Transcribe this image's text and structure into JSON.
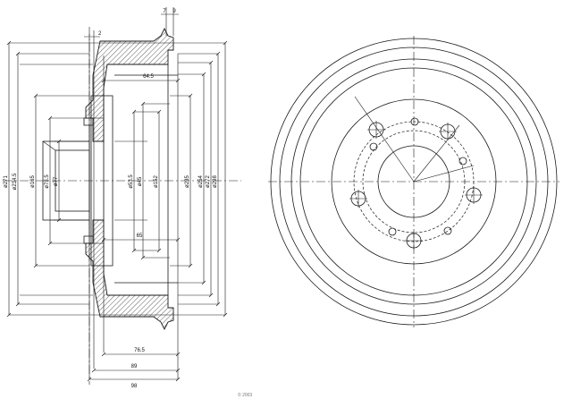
{
  "dimensions": {
    "top_7": "7",
    "top_9": "9",
    "top_2": "2",
    "d_64_5": "64.5",
    "d_65": "65",
    "d_76_5": "76.5",
    "d_89": "89",
    "d_98": "98",
    "dia_271": "ø271",
    "dia_234_5": "ø234.5",
    "dia_165": "ø165",
    "dia_78_5": "ø78.5",
    "dia_77": "ø77",
    "dia_53_5": "ø53.5",
    "dia_45": "ø45",
    "dia_152": "ø152",
    "dia_235": "ø235",
    "dia_254": "ø254",
    "dia_272": "ø272",
    "dia_298": "ø298"
  },
  "footer": "© 2003"
}
